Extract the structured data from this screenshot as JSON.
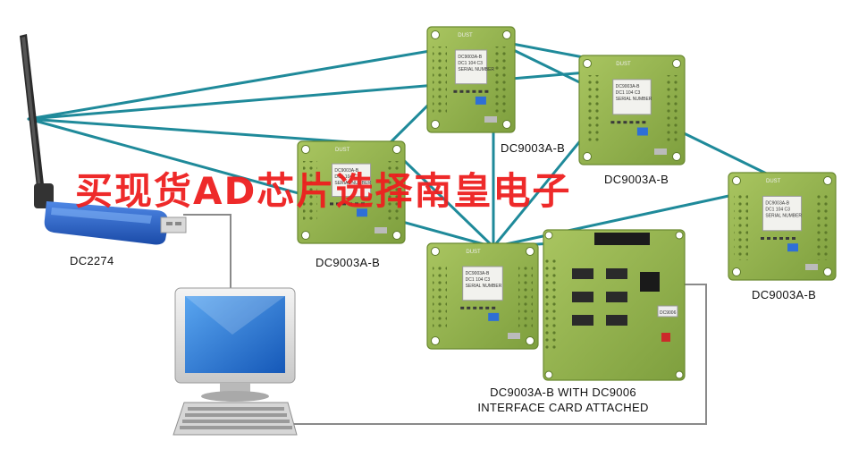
{
  "labels": {
    "dongle": "DC2274",
    "board_left": "DC9003A-B",
    "board_top": "DC9003A-B",
    "board_upper_right": "DC9003A-B",
    "board_far_right": "DC9003A-B",
    "interface_line1": "DC9003A-B WITH DC9006",
    "interface_line2": "INTERFACE CARD ATTACHED"
  },
  "board_text": {
    "brand": "DUST",
    "chip_line1": "DC9003A-B",
    "chip_line2": "DC1 104 C3",
    "chip_line3": "SERIAL NUMBER",
    "iface_tag": "DC9006"
  },
  "watermark": "买现货AD芯片选择南皇电子",
  "colors": {
    "mesh_link": "#1f8a9a",
    "board_green": "#8fb04c",
    "cable": "#8a8a8a",
    "dongle_blue": "#2a62c9",
    "watermark": "#ee1f1f"
  }
}
